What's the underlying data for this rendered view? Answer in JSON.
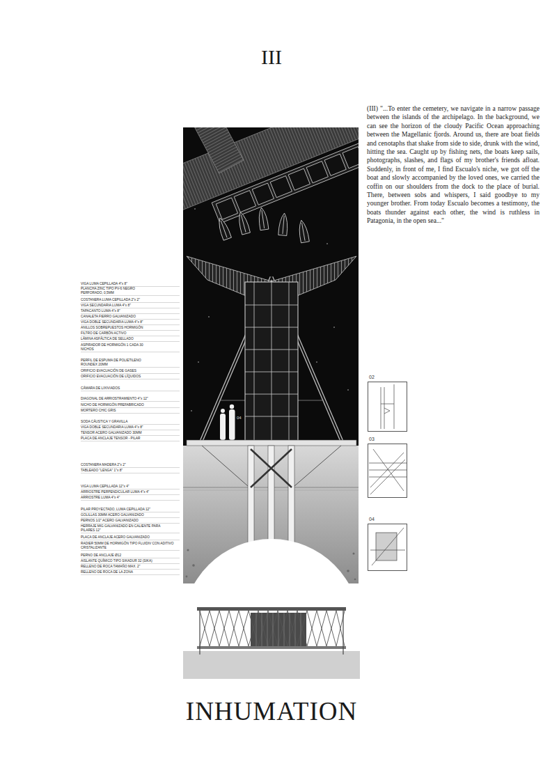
{
  "diagram": {
    "title": "III",
    "caption": "INHUMATION",
    "nodes": [
      {
        "text": [
          "02"
        ]
      },
      {
        "text": [
          "03"
        ]
      },
      {
        "text": [
          "04"
        ]
      }
    ],
    "labels": [
      "(III) \"...To enter the cemetery, we navigate in a narrow passage between the islands of the archipelago. In the background, we can see the horizon of the cloudy Pacific Ocean approaching between the Magellanic fjords. Around us, there are boat fields and cenotaphs that shake from side to side, drunk with the wind, hitting the sea. Caught up by fishing nets, the boats keep sails, photographs, slashes, and flags of my brother's friends afloat. Suddenly, in front of me, I find Escualo's niche, we got off the boat and slowly accompanied by the loved ones, we carried the coffin on our shoulders from the dock to the place of burial. There, between sobs and whispers, I said goodbye to my younger brother. From today Escualo becomes a testimony, the boats thunder against each other, the wind is ruthless in Patagonia, in the open sea...\"",
      "VIGA LUMA CEPILLADA 4\"x 8\"",
      "PLANCHA ZINC TIPO PV-6 NEGRO PERFORADO, 0,5MM",
      "COSTANERA LUMA CEPILLADA 2\"x 2\"",
      "VIGA SECUNDARIA LUMA 4\"x 8\"",
      "TAPACANTO LUMA 4\"x 8\"",
      "CANALETA FIERRO GALVANIZADO",
      "VIGA DOBLE SECUNDARIA LUMA 4\"x 8\"",
      "ANILLOS SOBREPUESTOS HORMIGÓN",
      "FILTRO DE CARBÓN ACTIVO",
      "LÁMINA ASFÁLTICA DE SELLADO",
      "ASPIRADOR DE HORMIGÓN 1 CADA 30 NICHOS",
      "PERFIL DE ESPUMA DE POLIETILENO ROUNDEX 20MM",
      "ORIFICIO EVACUACIÓN DE GASES",
      "ORIFICIO EVACUACIÓN DE LÍQUIDOS",
      "CÁMARA DE LIXIVIADOS",
      "DIAGONAL DE ARRIOSTRAMIENTO 4\"x 12\"",
      "NICHO DE HORMIGÓN PREFABRICADO",
      "MORTERO CHIC GRIS",
      "SODA CÁUSTICA Y GRAVILLA",
      "VIGA DOBLE SECUNDARIA LUMA 4\"x 8\"",
      "TENSOR ACERO GALVANIZADO 30MM",
      "PLACA DE ANCLAJE TENSOR - PILAR",
      "COSTANERA MADERA 2\"x 2\"",
      "TABLEADO \"LENGA\" 1\"x 8\"",
      "VIGA LUMA CEPILLADA 12\"x 4\"",
      "ARRIOSTRE PERPENDICULAR LUMA 4\"x 4\"",
      "ARRIOSTRE LUMA 4\"x 4\"",
      "PILAR PROYECTADO, LUMA CEPILLADA 12\"",
      "GOLILLAS 30MM ACERO GALVANIZADO",
      "PERNOS 1/2\" ACERO GALVANIZADO",
      "HERRAJE MIG GALVANIZADO EN CALIENTE PARA PILARES 12\"",
      "PLACA DE ANCLAJE ACERO GALVANIZADO",
      "RADIER 50MM DE HORMIGÓN TIPO FLUIDIV CON ADITIVO CRISTALIZANTE",
      "PERNO DE ANCLAJE Ø12",
      "AISLANTE QUÍMICO TIPO SIKADUR 32 (SIKA)",
      "RELLENO DE ROCA TAMAÑO MAX. 2\"",
      "RELLENO DE ROCA DE LA ZONA",
      "04"
    ]
  }
}
